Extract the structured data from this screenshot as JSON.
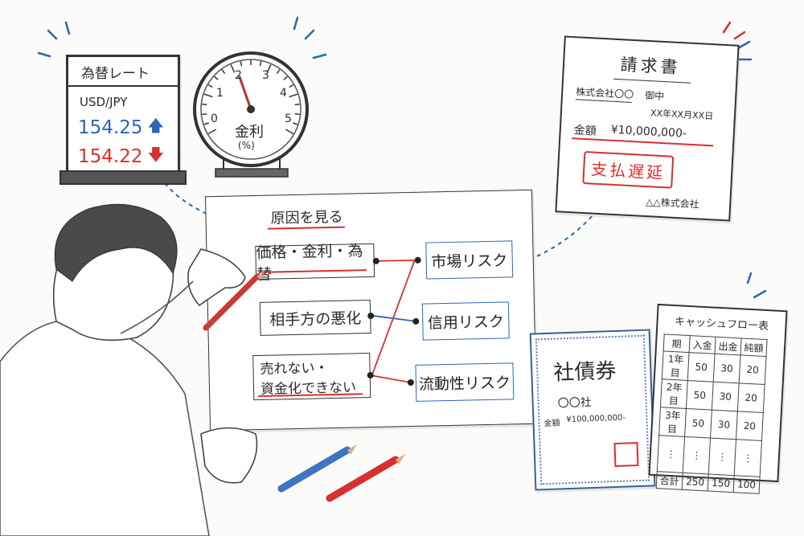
{
  "fx_board": {
    "title": "為替レート",
    "pair": "USD/JPY",
    "rate_up": "154.25",
    "rate_down": "154.22",
    "up_color": "#2a66b8",
    "down_color": "#d8302f"
  },
  "gauge": {
    "ticks": [
      "0",
      "1",
      "2",
      "3",
      "4",
      "5"
    ],
    "label": "金利",
    "unit": "(%)",
    "needle_value": 2.1
  },
  "invoice": {
    "title": "請求書",
    "addressee": "株式会社〇〇",
    "honorific": "御中",
    "date": "XX年XX月XX日",
    "amount_label": "金額",
    "amount": "¥10,000,000-",
    "stamp": "支払遅延",
    "issuer": "△△株式会社"
  },
  "diagram": {
    "heading": "原因を見る",
    "causes": [
      "価格・金利・為替",
      "相手方の悪化",
      "売れない・",
      "資金化できない"
    ],
    "risks": [
      "市場リスク",
      "信用リスク",
      "流動性リスク"
    ]
  },
  "bond": {
    "title": "社債券",
    "company": "〇〇社",
    "amount_label": "金額",
    "amount": "¥100,000,000-"
  },
  "cashflow": {
    "title": "キャッシュフロー表",
    "headers": [
      "期",
      "入金",
      "出金",
      "純額"
    ],
    "rows": [
      [
        "1年目",
        "50",
        "30",
        "20"
      ],
      [
        "2年目",
        "50",
        "30",
        "20"
      ],
      [
        "3年目",
        "50",
        "30",
        "20"
      ],
      [
        "⋮",
        "⋮",
        "⋮",
        "⋮"
      ],
      [
        "合計",
        "250",
        "150",
        "100"
      ]
    ]
  },
  "colors": {
    "accent_red": "#d8302f",
    "accent_blue": "#2a66b8",
    "ink": "#2b2b2b"
  }
}
